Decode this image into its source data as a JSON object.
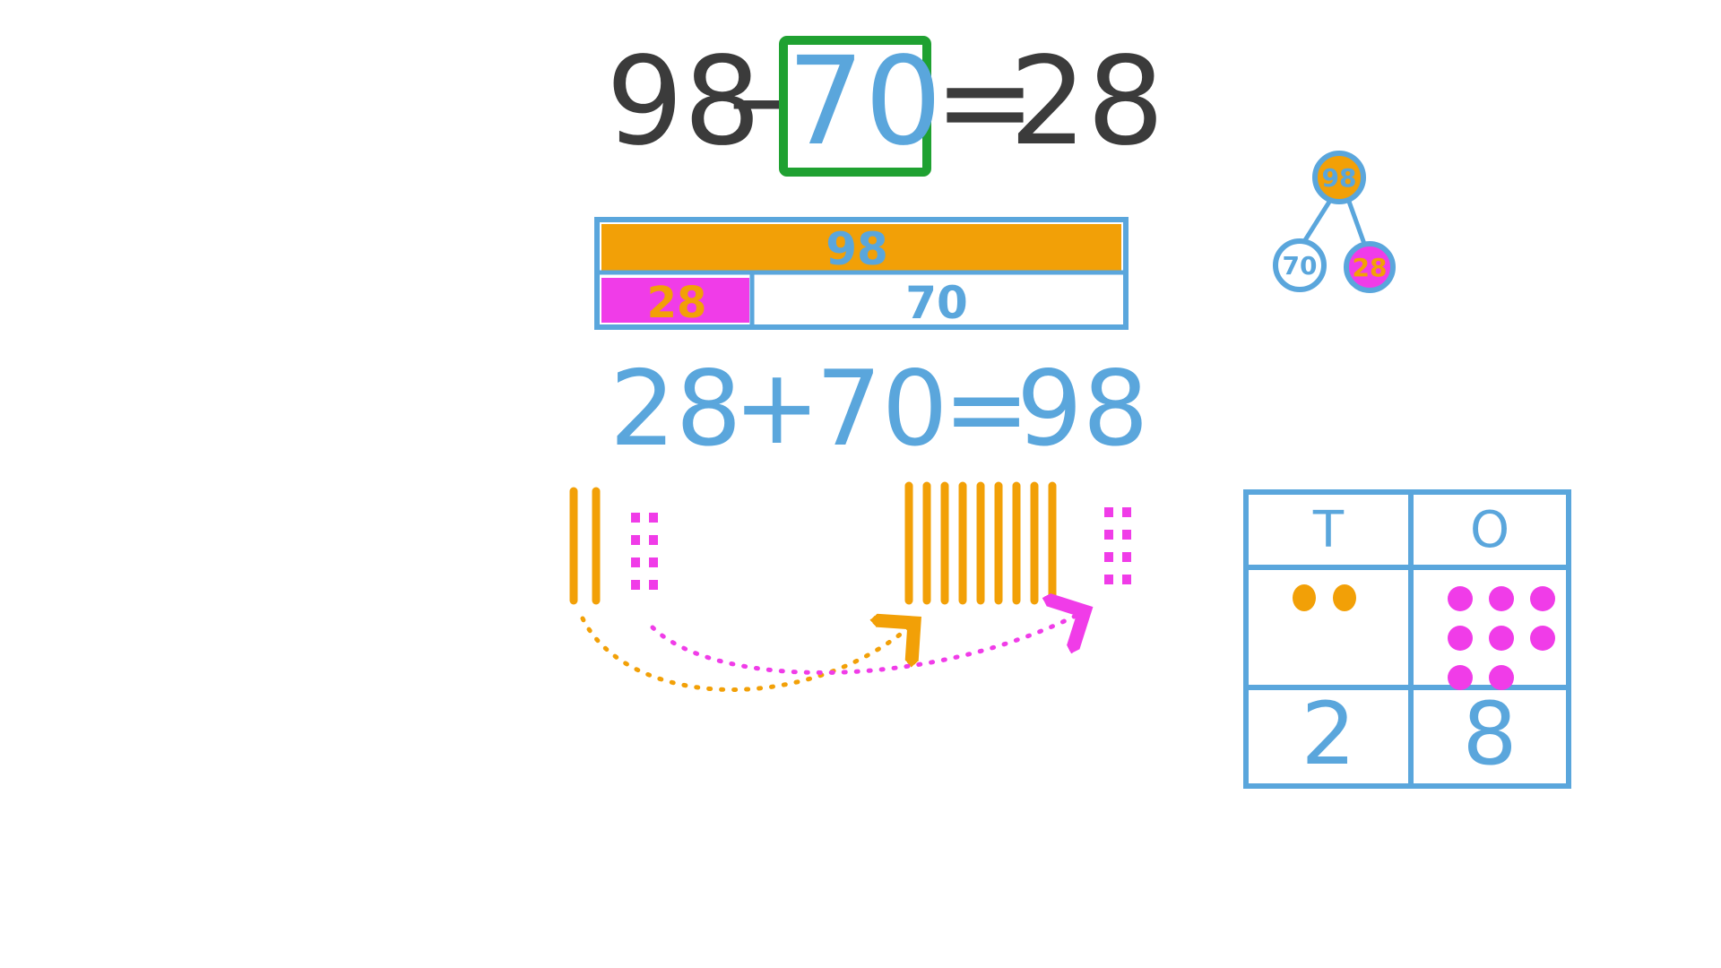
{
  "colors": {
    "ink": "#3b3b3b",
    "blue": "#5aa6dc",
    "green": "#1fa131",
    "orange": "#f2a007",
    "magenta": "#f03ce8",
    "white": "#ffffff"
  },
  "top_equation": {
    "minuend": "98",
    "minus": "–",
    "answer": "70",
    "equals": "=",
    "result": "28"
  },
  "bar_model": {
    "whole": "98",
    "part_a": "28",
    "part_b": "70",
    "part_a_fraction": 0.29
  },
  "part_whole_tree": {
    "whole": "98",
    "left": "70",
    "right": "28"
  },
  "addition_equation": {
    "a": "28",
    "plus": "+",
    "b": "70",
    "equals": "=",
    "sum": "98"
  },
  "base_ten": {
    "left_tens": 2,
    "left_ones": 8,
    "right_tens": 9,
    "right_ones": 8
  },
  "place_value_chart": {
    "headers": [
      "T",
      "O"
    ],
    "tens_counters": 2,
    "ones_counters": 8,
    "digits": [
      "2",
      "8"
    ]
  },
  "icons": {
    "counter": "dot",
    "rod": "ten-rod",
    "unit": "unit-cube",
    "arrow": "dotted-arrow"
  }
}
